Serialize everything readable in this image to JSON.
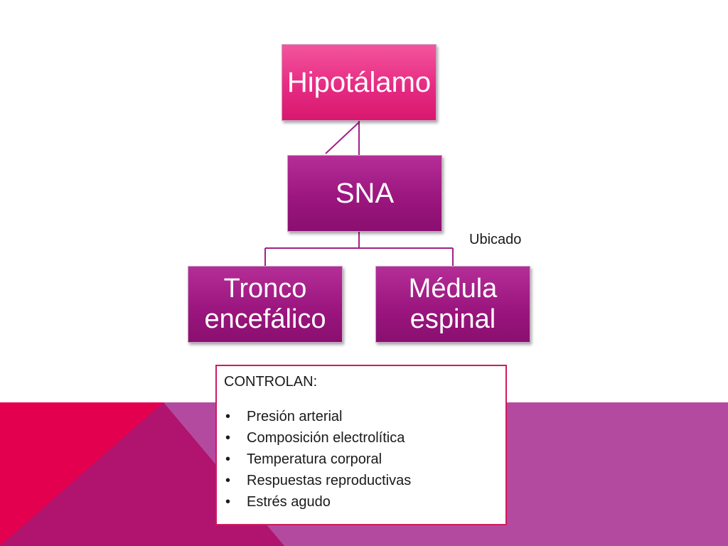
{
  "colors": {
    "hypothalamus_fill": "#e62b83",
    "node_fill": "#9c167f",
    "connector": "#a2208a",
    "box_border": "#d11a5e",
    "bg_band_magenta": "#a8358f",
    "bg_band_pink": "#e3004f",
    "bg_band_deep": "#b0146e"
  },
  "diagram": {
    "nodes": {
      "hypothalamus": "Hipotálamo",
      "sna": "SNA",
      "tronco_line1": "Tronco",
      "tronco_line2": "encefálico",
      "medula_line1": "Médula",
      "medula_line2": "espinal"
    },
    "edge_label": "Ubicado"
  },
  "control_box": {
    "title": "CONTROLAN:",
    "bullet": "•",
    "items": [
      "Presión arterial",
      "Composición electrolítica",
      "Temperatura corporal",
      "Respuestas reproductivas",
      "Estrés agudo"
    ]
  }
}
